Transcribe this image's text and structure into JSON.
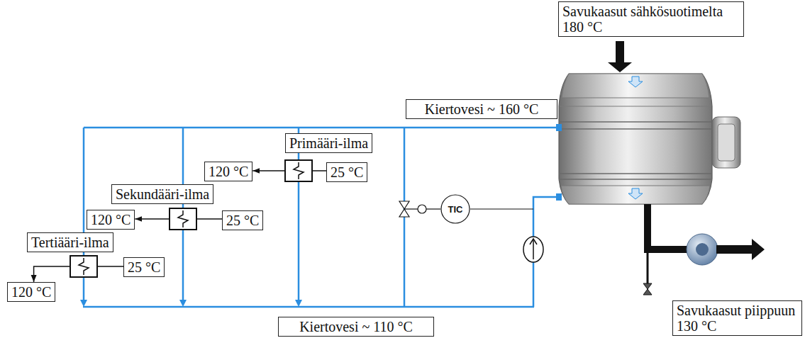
{
  "diagram": {
    "nodes": [
      {
        "text": [
          "Savukaasut sähkösuotimelta 180 °C"
        ]
      },
      {
        "text": [
          "Kiertovesi ~ 160 °C"
        ]
      },
      {
        "text": [
          "Primääri-ilma"
        ]
      },
      {
        "text": [
          "120 °C"
        ]
      },
      {
        "text": [
          "25 °C"
        ]
      },
      {
        "text": [
          "Sekundääri-ilma"
        ]
      },
      {
        "text": [
          "TIC"
        ]
      },
      {
        "text": [
          "120 °C"
        ]
      },
      {
        "text": [
          "25 °C"
        ]
      },
      {
        "text": [
          "Tertiääri-ilma"
        ]
      },
      {
        "text": [
          "25 °C"
        ]
      },
      {
        "text": [
          "120 °C"
        ]
      },
      {
        "text": [
          "Savukaasut piippuun 130 °C"
        ]
      },
      {
        "text": [
          "Kiertovesi ~ 110 °C"
        ]
      }
    ],
    "edges": [
      {
        "from": 4,
        "to": 3,
        "arrow": "to"
      },
      {
        "from": 8,
        "to": 7,
        "arrow": "to"
      },
      {
        "from": 10,
        "to": 11,
        "arrow": "to"
      }
    ]
  }
}
